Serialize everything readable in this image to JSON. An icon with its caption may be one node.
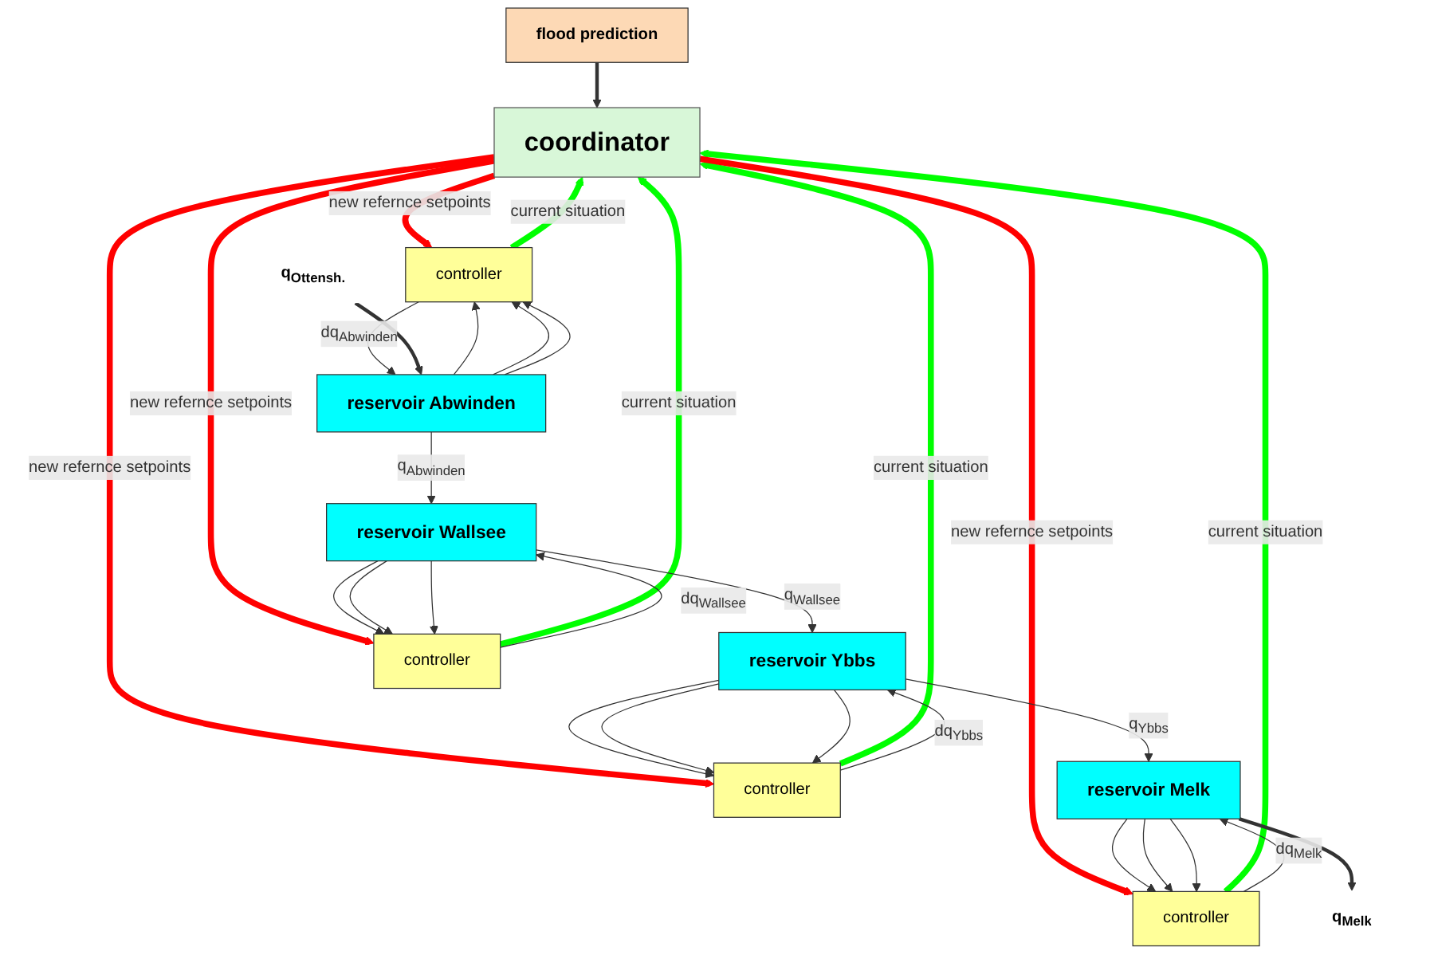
{
  "diagram": {
    "nodes": [
      {
        "text": [
          "flood prediction"
        ]
      },
      {
        "text": [
          "coordinator"
        ]
      },
      {
        "text": [
          "controller"
        ]
      },
      {
        "text": [
          "reservoir Abwinden"
        ]
      },
      {
        "text": [
          "q$_{Ottensh.}$"
        ]
      },
      {
        "text": [
          "controller"
        ]
      },
      {
        "text": [
          "reservoir Ybbs"
        ]
      },
      {
        "text": [
          "controller"
        ]
      },
      {
        "text": [
          "reservoir Wallsee"
        ]
      },
      {
        "text": [
          "controller"
        ]
      },
      {
        "text": [
          "reservoir Melk"
        ]
      },
      {
        "text": [
          "q$_{Melk}$"
        ]
      }
    ],
    "edges": [
      {
        "from": 0,
        "to": 1,
        "arrow": "to",
        "style": "thick"
      },
      {
        "from": 2,
        "to": 1,
        "arrow": "to",
        "label": "current situation",
        "style": "thick",
        "color": "#00ff00"
      },
      {
        "from": 1,
        "to": 2,
        "arrow": "to",
        "label": "new refernce setpoints",
        "style": "thick",
        "color": "#ff0000"
      },
      {
        "from": 7,
        "to": 1,
        "arrow": "to",
        "label": "current situation",
        "style": "thick",
        "color": "#00ff00"
      },
      {
        "from": 1,
        "to": 7,
        "arrow": "to",
        "label": "new refernce setpoints",
        "style": "thick",
        "color": "#ff0000"
      },
      {
        "from": 5,
        "to": 1,
        "arrow": "to",
        "label": "current situation",
        "style": "thick",
        "color": "#00ff00"
      },
      {
        "from": 1,
        "to": 5,
        "arrow": "to",
        "label": "new refernce setpoints",
        "style": "thick",
        "color": "#ff0000"
      },
      {
        "from": 9,
        "to": 1,
        "arrow": "to",
        "label": "current situation",
        "style": "thick",
        "color": "#00ff00"
      },
      {
        "from": 1,
        "to": 9,
        "arrow": "to",
        "label": "new refernce setpoints",
        "style": "thick",
        "color": "#ff0000"
      },
      {
        "from": 2,
        "to": 3,
        "arrow": "to",
        "label": "dq$_{Abwinden}$"
      },
      {
        "from": 3,
        "to": 2,
        "arrow": "to"
      },
      {
        "from": 3,
        "to": 2,
        "arrow": "to"
      },
      {
        "from": 3,
        "to": 2,
        "arrow": "to"
      },
      {
        "from": 4,
        "to": 3,
        "arrow": "to",
        "style": "thick"
      },
      {
        "from": 3,
        "to": 8,
        "arrow": "to",
        "label": "q$_{Abwinden}$"
      },
      {
        "from": 7,
        "to": 8,
        "arrow": "to",
        "label": "dq$_{Wallsee}$"
      },
      {
        "from": 8,
        "to": 7,
        "arrow": "to"
      },
      {
        "from": 8,
        "to": 7,
        "arrow": "to"
      },
      {
        "from": 8,
        "to": 7,
        "arrow": "to"
      },
      {
        "from": 8,
        "to": 6,
        "arrow": "to",
        "label": "q$_{Wallsee}$"
      },
      {
        "from": 5,
        "to": 6,
        "arrow": "to",
        "label": "dq$_{Ybbs}$"
      },
      {
        "from": 6,
        "to": 5,
        "arrow": "to"
      },
      {
        "from": 6,
        "to": 5,
        "arrow": "to"
      },
      {
        "from": 6,
        "to": 5,
        "arrow": "to"
      },
      {
        "from": 6,
        "to": 10,
        "arrow": "to",
        "label": "q$_{Ybbs}$"
      },
      {
        "from": 9,
        "to": 10,
        "arrow": "to",
        "label": "dq$_{Melk}$"
      },
      {
        "from": 10,
        "to": 9,
        "arrow": "to"
      },
      {
        "from": 10,
        "to": 9,
        "arrow": "to"
      },
      {
        "from": 10,
        "to": 9,
        "arrow": "to"
      },
      {
        "from": 10,
        "to": 11,
        "arrow": "to",
        "style": "thick"
      }
    ]
  }
}
